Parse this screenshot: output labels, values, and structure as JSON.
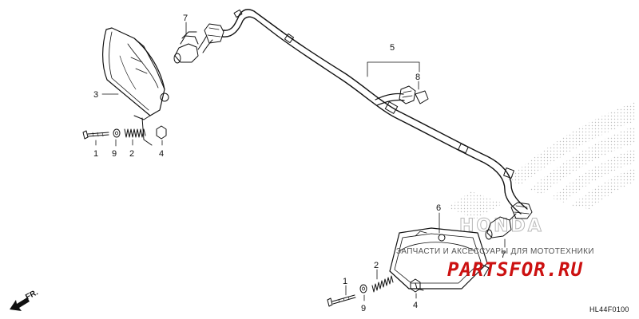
{
  "callouts": {
    "c7_top": "7",
    "c3": "3",
    "c5": "5",
    "c8": "8",
    "c1_top": "1",
    "c9_top": "9",
    "c2_top": "2",
    "c4_top": "4",
    "c6": "6",
    "c7_bottom": "7",
    "c2_bottom": "2",
    "c1_bottom": "1",
    "c9_bottom": "9",
    "c4_bottom": "4"
  },
  "direction_label": "FR.",
  "diagram_code": "HL44F0100",
  "watermark": {
    "tagline": "ЗАПЧАСТИ И АКСЕССУАРЫ ДЛЯ МОТОТЕХНИКИ",
    "site": "PARTSFOR.RU",
    "brand": "HONDA",
    "accent_color": "#cc1111"
  }
}
